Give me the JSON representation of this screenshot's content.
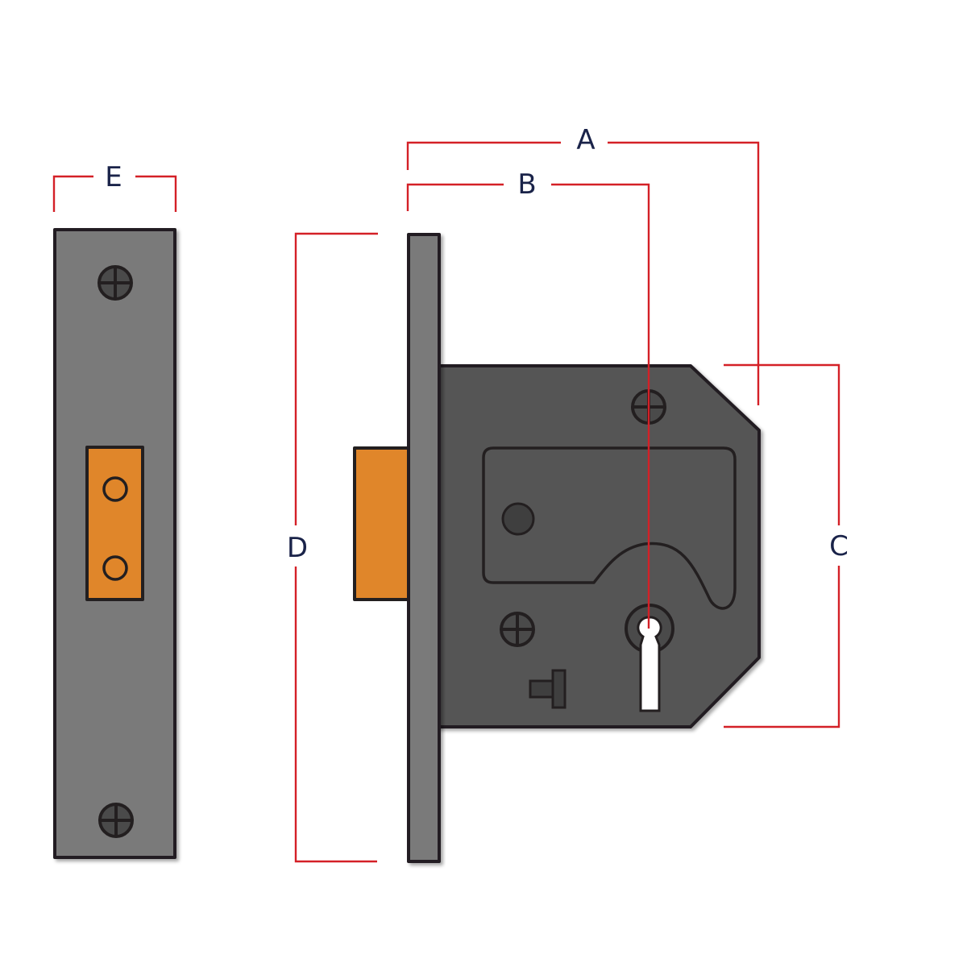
{
  "labels": {
    "A": "A",
    "B": "B",
    "C": "C",
    "D": "D",
    "E": "E"
  },
  "colors": {
    "dimension_line": "#d42027",
    "label_text": "#1a2349",
    "forend_plate": "#7a7a7a",
    "lock_case": "#555555",
    "bolt": "#e0862a",
    "outline": "#231f20"
  },
  "icons": [
    "screw-head-icon",
    "keyhole-icon"
  ]
}
